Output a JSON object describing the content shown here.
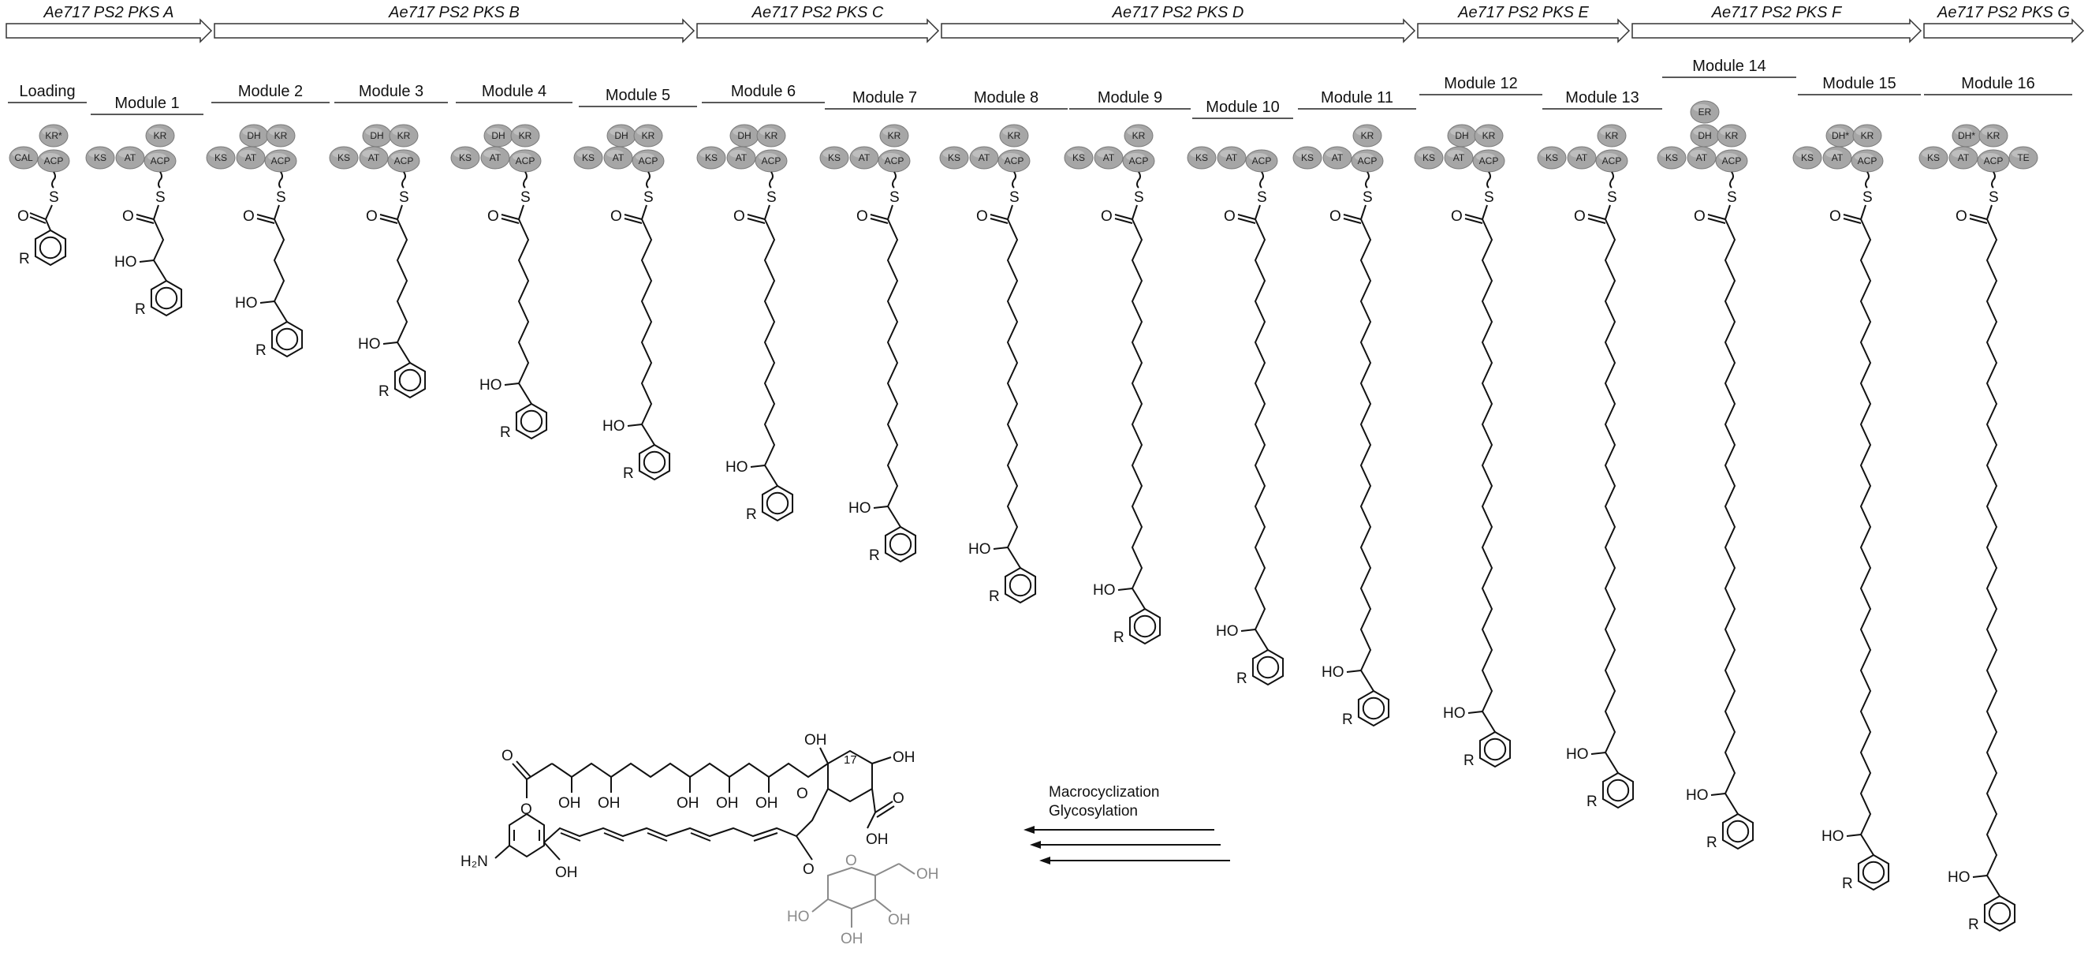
{
  "genes": [
    {
      "label": "Ae717 PS2 PKS A"
    },
    {
      "label": "Ae717 PS2 PKS B"
    },
    {
      "label": "Ae717 PS2 PKS C"
    },
    {
      "label": "Ae717 PS2 PKS D"
    },
    {
      "label": "Ae717 PS2 PKS E"
    },
    {
      "label": "Ae717 PS2 PKS F"
    },
    {
      "label": "Ae717 PS2 PKS G"
    }
  ],
  "modules": [
    {
      "label": "Loading",
      "domains": [
        "CAL",
        "ACP"
      ],
      "top_domains": [
        "KR*"
      ],
      "chain": 1
    },
    {
      "label": "Module 1",
      "domains": [
        "KS",
        "AT",
        "ACP"
      ],
      "top_domains": [
        "KR"
      ],
      "chain": 2
    },
    {
      "label": "Module 2",
      "domains": [
        "KS",
        "AT",
        "ACP"
      ],
      "top_domains": [
        "DH",
        "KR"
      ],
      "chain": 3
    },
    {
      "label": "Module 3",
      "domains": [
        "KS",
        "AT",
        "ACP"
      ],
      "top_domains": [
        "DH",
        "KR"
      ],
      "chain": 4
    },
    {
      "label": "Module 4",
      "domains": [
        "KS",
        "AT",
        "ACP"
      ],
      "top_domains": [
        "DH",
        "KR"
      ],
      "chain": 5
    },
    {
      "label": "Module 5",
      "domains": [
        "KS",
        "AT",
        "ACP"
      ],
      "top_domains": [
        "DH",
        "KR"
      ],
      "chain": 6
    },
    {
      "label": "Module 6",
      "domains": [
        "KS",
        "AT",
        "ACP"
      ],
      "top_domains": [
        "DH",
        "KR"
      ],
      "chain": 7
    },
    {
      "label": "Module 7",
      "domains": [
        "KS",
        "AT",
        "ACP"
      ],
      "top_domains": [
        "KR"
      ],
      "chain": 8
    },
    {
      "label": "Module 8",
      "domains": [
        "KS",
        "AT",
        "ACP"
      ],
      "top_domains": [
        "KR"
      ],
      "chain": 9
    },
    {
      "label": "Module 9",
      "domains": [
        "KS",
        "AT",
        "ACP"
      ],
      "top_domains": [
        "KR"
      ],
      "chain": 10
    },
    {
      "label": "Module 10",
      "domains": [
        "KS",
        "AT",
        "ACP"
      ],
      "top_domains": [],
      "chain": 11
    },
    {
      "label": "Module 11",
      "domains": [
        "KS",
        "AT",
        "ACP"
      ],
      "top_domains": [
        "KR"
      ],
      "chain": 12
    },
    {
      "label": "Module 12",
      "domains": [
        "KS",
        "AT",
        "ACP"
      ],
      "top_domains": [
        "DH",
        "KR"
      ],
      "chain": 13
    },
    {
      "label": "Module 13",
      "domains": [
        "KS",
        "AT",
        "ACP"
      ],
      "top_domains": [
        "KR"
      ],
      "chain": 14
    },
    {
      "label": "Module 14",
      "domains": [
        "KS",
        "AT",
        "ACP"
      ],
      "top_domains": [
        "DH",
        "KR"
      ],
      "er": "ER",
      "chain": 15
    },
    {
      "label": "Module 15",
      "domains": [
        "KS",
        "AT",
        "ACP"
      ],
      "top_domains": [
        "DH*",
        "KR"
      ],
      "chain": 16
    },
    {
      "label": "Module 16",
      "domains": [
        "KS",
        "AT",
        "ACP",
        "TE"
      ],
      "top_domains": [
        "DH*",
        "KR"
      ],
      "chain": 17
    }
  ],
  "chem_labels": {
    "sulfur": "S",
    "oxygen": "O",
    "hydroxyl": "HO",
    "r_group": "R"
  },
  "process": {
    "line1": "Macrocyclization",
    "line2": "Glycosylation"
  },
  "product": {
    "amine": "H₂N",
    "oh": "OH",
    "ho": "HO",
    "o": "O",
    "carbon_number": "17"
  }
}
